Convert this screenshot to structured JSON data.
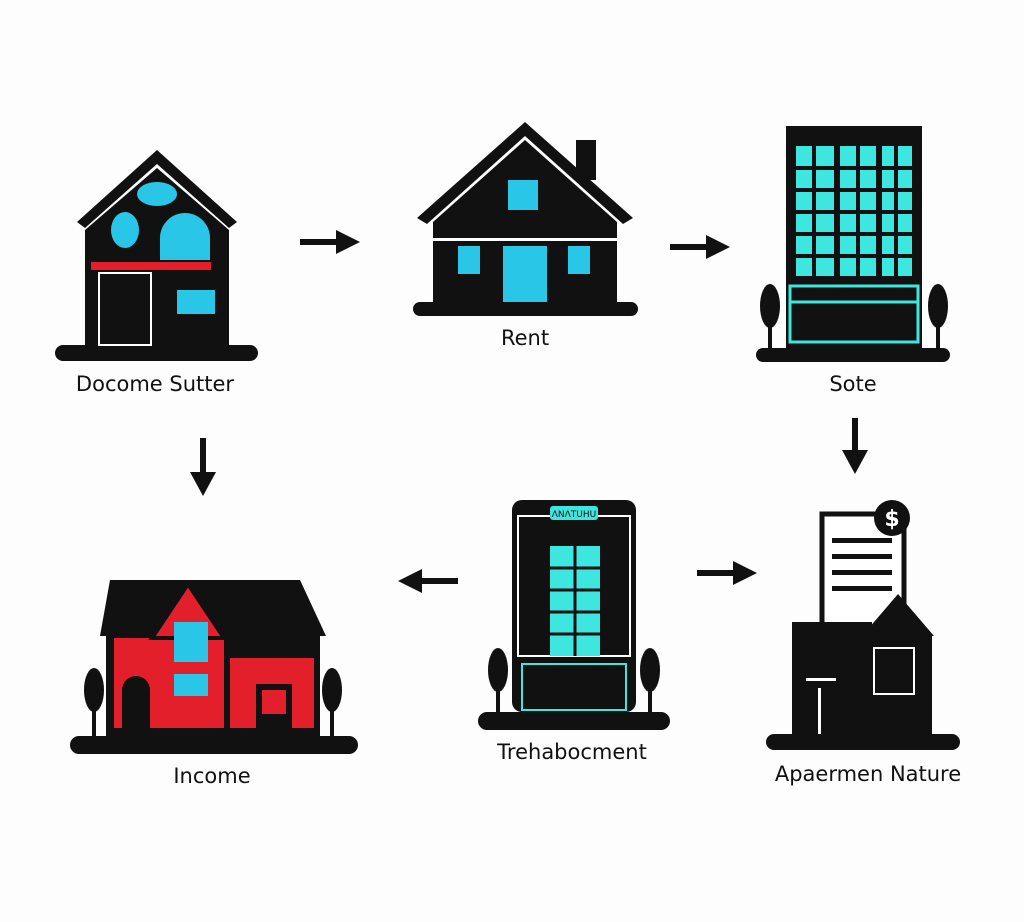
{
  "nodes": [
    {
      "label": "Docome Sutter",
      "icon": "house-with-round-windows-icon"
    },
    {
      "label": "Rent",
      "icon": "house-icon"
    },
    {
      "label": "Sote",
      "icon": "office-building-icon"
    },
    {
      "label": "Income",
      "icon": "red-house-icon"
    },
    {
      "label": "Trehabocment",
      "icon": "apartment-tower-icon",
      "sign": "ΛΝΛΤUΗU"
    },
    {
      "label": "Apaermen Nature",
      "icon": "document-dollar-house-icon",
      "badge": "$"
    }
  ],
  "colors": {
    "black": "#111111",
    "cyan": "#29c6e8",
    "teal": "#3ee6e0",
    "red": "#e21f2a",
    "background": "#fdfdfd"
  }
}
